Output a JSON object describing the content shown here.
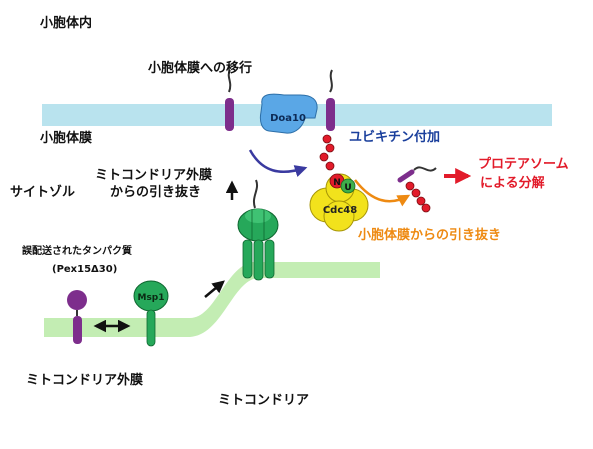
{
  "labels": {
    "peroxisome_lumen": "小胞体内",
    "er_membrane_transfer": "小胞体膜への移行",
    "er_membrane": "小胞体膜",
    "mito_extraction_line1": "ミトコンドリア外膜",
    "mito_extraction_line2": "からの引き抜き",
    "cytosol": "サイトゾル",
    "mislocalized_protein": "誤配送されたタンパク質",
    "pex15": "(Pex15Δ30)",
    "mito_outer_membrane": "ミトコンドリア外膜",
    "mitochondria": "ミトコンドリア",
    "ubiquitination": "ユビキチン付加",
    "proteasome_line1": "プロテアソーム",
    "proteasome_line2": "による分解",
    "er_extraction": "小胞体膜からの引き抜き",
    "doa10": "Doa10",
    "msp1": "Msp1",
    "cdc48": "Cdc48",
    "n_domain": "N",
    "u_domain": "U"
  },
  "colors": {
    "er_membrane": "#b9e3ee",
    "mito_membrane": "#c3edb3",
    "doa10": "#5aa7e6",
    "msp1": "#26a85a",
    "protein": "#7d2e8c",
    "ubiquitin": "#e21b2a",
    "cdc48": "#f2e21c",
    "orange_text": "#ee8a12",
    "red_text": "#e21b2a",
    "blue_text": "#1a3f9c"
  }
}
